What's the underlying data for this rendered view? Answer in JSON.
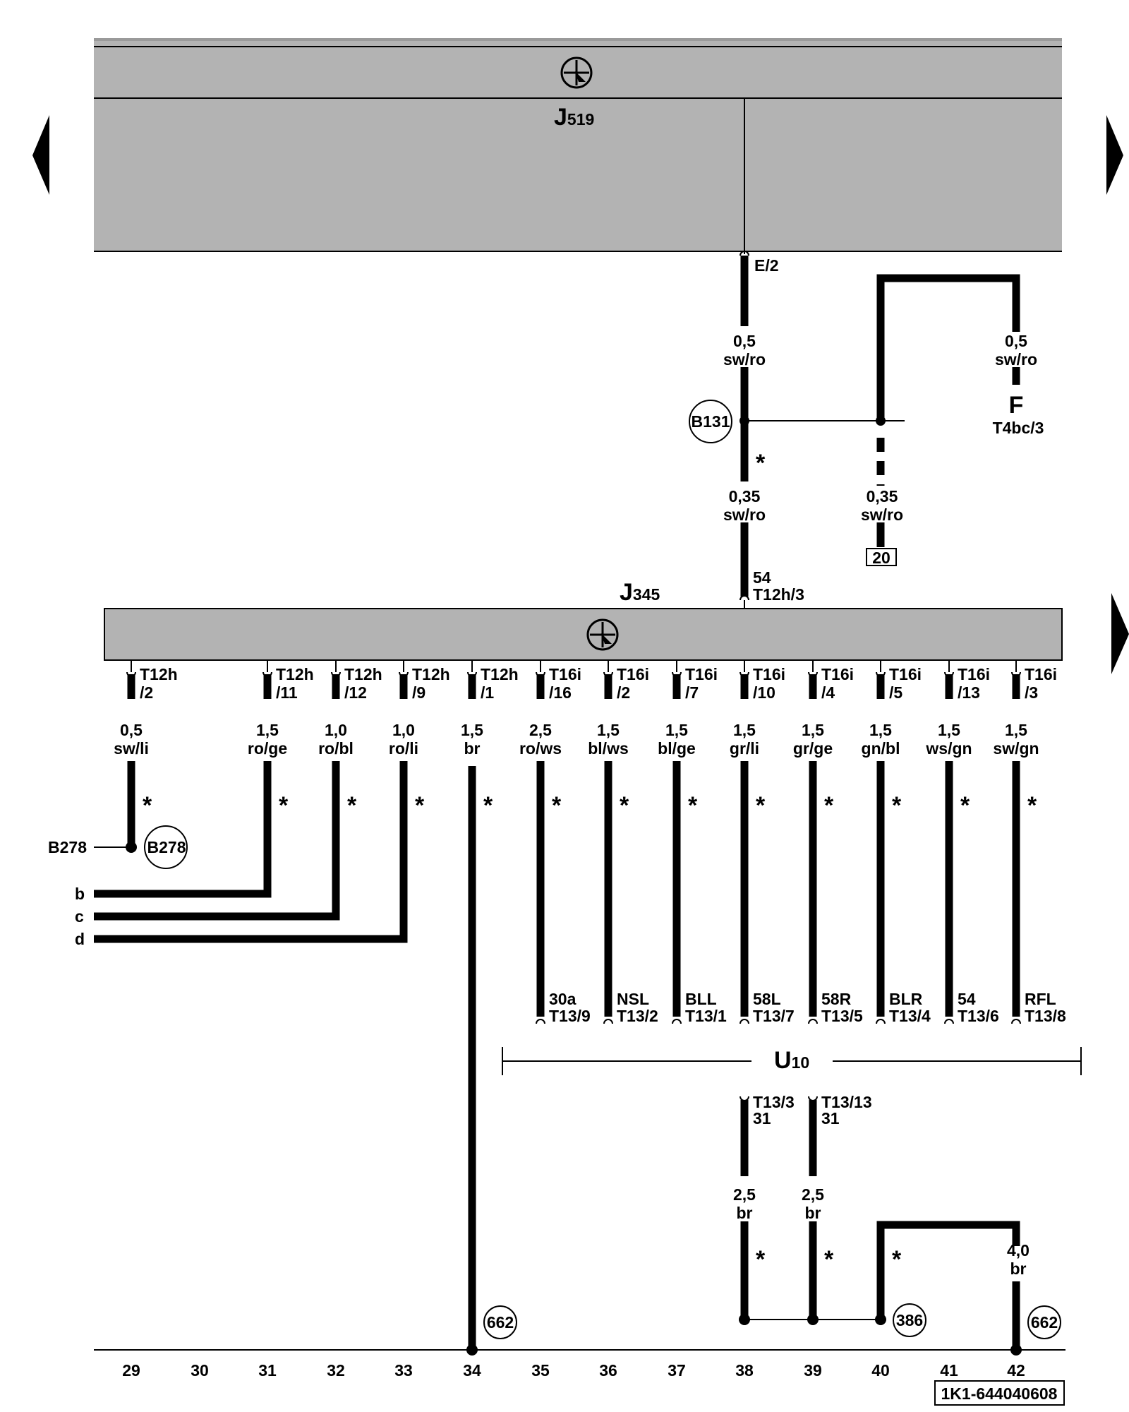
{
  "j519": {
    "label": "J",
    "sub": "519"
  },
  "j345": {
    "label": "J",
    "sub": "345"
  },
  "u10": {
    "label": "U",
    "sub": "10"
  },
  "j519_pin": "E/2",
  "top_wire": {
    "size": "0,5",
    "color": "sw/ro"
  },
  "f_wire": {
    "size": "0,5",
    "color": "sw/ro"
  },
  "f_label": "F",
  "f_conn": "T4bc/3",
  "b131": "B131",
  "wire_035_a": {
    "size": "0,35",
    "color": "sw/ro"
  },
  "wire_035_b": {
    "size": "0,35",
    "color": "sw/ro"
  },
  "ref_20": "20",
  "j345_pin": {
    "term": "54",
    "conn": "T12h/3"
  },
  "star": "*",
  "b278": "B278",
  "b278_left": "B278",
  "letters": [
    "b",
    "c",
    "d"
  ],
  "connectors": [
    {
      "conn": "T12h",
      "pin": "/2",
      "size": "0,5",
      "color": "sw/li",
      "term": "",
      "u10": ""
    },
    {
      "conn": "T12h",
      "pin": "/11",
      "size": "1,5",
      "color": "ro/ge",
      "term": "",
      "u10": ""
    },
    {
      "conn": "T12h",
      "pin": "/12",
      "size": "1,0",
      "color": "ro/bl",
      "term": "",
      "u10": ""
    },
    {
      "conn": "T12h",
      "pin": "/9",
      "size": "1,0",
      "color": "ro/li",
      "term": "",
      "u10": ""
    },
    {
      "conn": "T12h",
      "pin": "/1",
      "size": "1,5",
      "color": "br",
      "term": "",
      "u10": ""
    },
    {
      "conn": "T16i",
      "pin": "/16",
      "size": "2,5",
      "color": "ro/ws",
      "term": "30a",
      "u10": "T13/9"
    },
    {
      "conn": "T16i",
      "pin": "/2",
      "size": "1,5",
      "color": "bl/ws",
      "term": "NSL",
      "u10": "T13/2"
    },
    {
      "conn": "T16i",
      "pin": "/7",
      "size": "1,5",
      "color": "bl/ge",
      "term": "BLL",
      "u10": "T13/1"
    },
    {
      "conn": "T16i",
      "pin": "/10",
      "size": "1,5",
      "color": "gr/li",
      "term": "58L",
      "u10": "T13/7"
    },
    {
      "conn": "T16i",
      "pin": "/4",
      "size": "1,5",
      "color": "gr/ge",
      "term": "58R",
      "u10": "T13/5"
    },
    {
      "conn": "T16i",
      "pin": "/5",
      "size": "1,5",
      "color": "gn/bl",
      "term": "BLR",
      "u10": "T13/4"
    },
    {
      "conn": "T16i",
      "pin": "/13",
      "size": "1,5",
      "color": "ws/gn",
      "term": "54",
      "u10": "T13/6"
    },
    {
      "conn": "T16i",
      "pin": "/3",
      "size": "1,5",
      "color": "sw/gn",
      "term": "RFL",
      "u10": "T13/8"
    }
  ],
  "ground": [
    {
      "conn": "T13/3",
      "term": "31",
      "size": "2,5",
      "color": "br"
    },
    {
      "conn": "T13/13",
      "term": "31",
      "size": "2,5",
      "color": "br"
    }
  ],
  "wire_40_42": {
    "size": "4,0",
    "color": "br"
  },
  "ground_refs": {
    "g34": "662",
    "g40": "386",
    "g42": "662"
  },
  "axis": [
    "29",
    "30",
    "31",
    "32",
    "33",
    "34",
    "35",
    "36",
    "37",
    "38",
    "39",
    "40",
    "41",
    "42"
  ],
  "doc_id": "1K1-644040608",
  "colors": {
    "component_fill": "#b3b3b3",
    "wire": "#000000"
  },
  "icons": [
    "nav-left-arrow-icon",
    "nav-right-arrow-icon",
    "control-unit-symbol-icon"
  ]
}
